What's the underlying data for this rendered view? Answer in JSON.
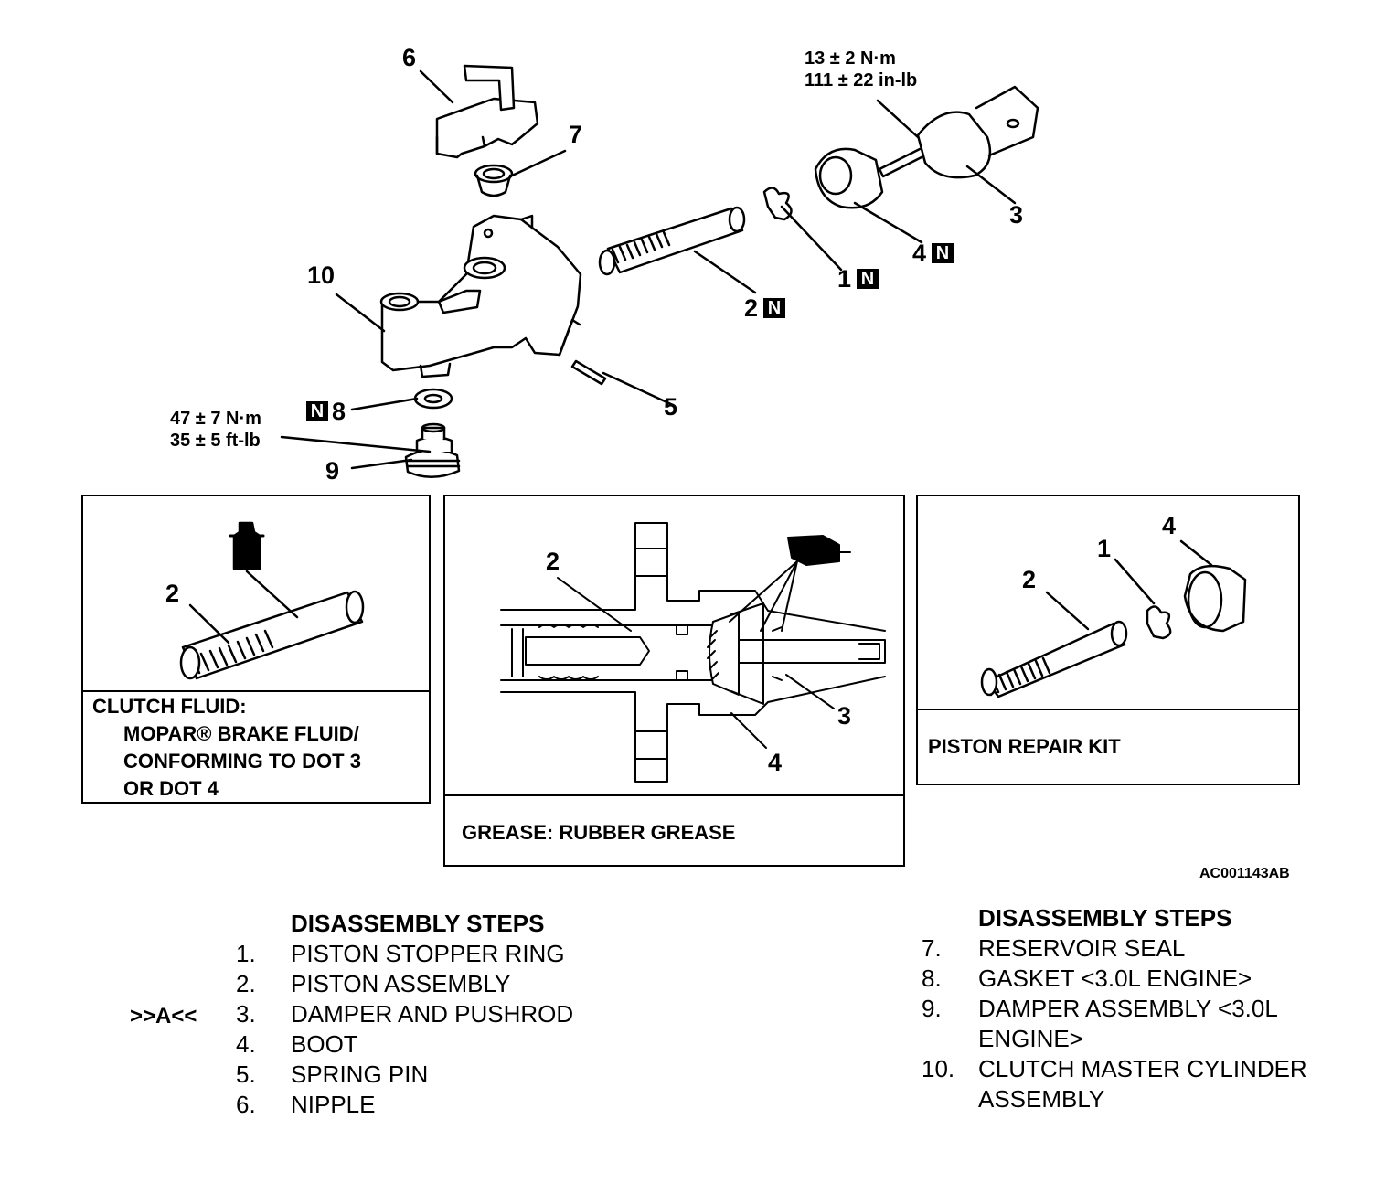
{
  "exploded_view": {
    "callouts": {
      "c1": "1",
      "c2": "2",
      "c3": "3",
      "c4": "4",
      "c5": "5",
      "c6": "6",
      "c7": "7",
      "c8": "8",
      "c9": "9",
      "c10": "10"
    },
    "new_part_badge": "N",
    "torque_top": {
      "metric": "13 ± 2 N·m",
      "imperial": "111 ± 22 in-lb"
    },
    "torque_bottom": {
      "metric": "47 ± 7 N·m",
      "imperial": "35 ± 5 ft-lb"
    }
  },
  "panel_fluid": {
    "callout": "2",
    "caption_line1": "CLUTCH FLUID:",
    "caption_line2": "MOPAR® BRAKE FLUID/",
    "caption_line3": "CONFORMING TO DOT 3",
    "caption_line4": "OR DOT 4"
  },
  "panel_grease": {
    "callouts": {
      "c2": "2",
      "c3": "3",
      "c4": "4"
    },
    "caption": "GREASE: RUBBER GREASE"
  },
  "panel_kit": {
    "callouts": {
      "c1": "1",
      "c2": "2",
      "c4": "4"
    },
    "caption": "PISTON REPAIR KIT"
  },
  "figure_ref": "AC001143AB",
  "steps_left": {
    "heading": "DISASSEMBLY STEPS",
    "marker": ">>A<<",
    "items": [
      {
        "num": "1.",
        "text": "PISTON STOPPER RING"
      },
      {
        "num": "2.",
        "text": "PISTON ASSEMBLY"
      },
      {
        "num": "3.",
        "text": "DAMPER AND PUSHROD"
      },
      {
        "num": "4.",
        "text": "BOOT"
      },
      {
        "num": "5.",
        "text": "SPRING PIN"
      },
      {
        "num": "6.",
        "text": "NIPPLE"
      }
    ]
  },
  "steps_right": {
    "heading": "DISASSEMBLY STEPS",
    "items": [
      {
        "num": "7.",
        "text": "RESERVOIR SEAL"
      },
      {
        "num": "8.",
        "text": "GASKET <3.0L ENGINE>"
      },
      {
        "num": "9.",
        "text": "DAMPER ASSEMBLY <3.0L",
        "cont": "ENGINE>"
      },
      {
        "num": "10.",
        "text": "CLUTCH MASTER CYLINDER",
        "cont": "ASSEMBLY"
      }
    ]
  }
}
